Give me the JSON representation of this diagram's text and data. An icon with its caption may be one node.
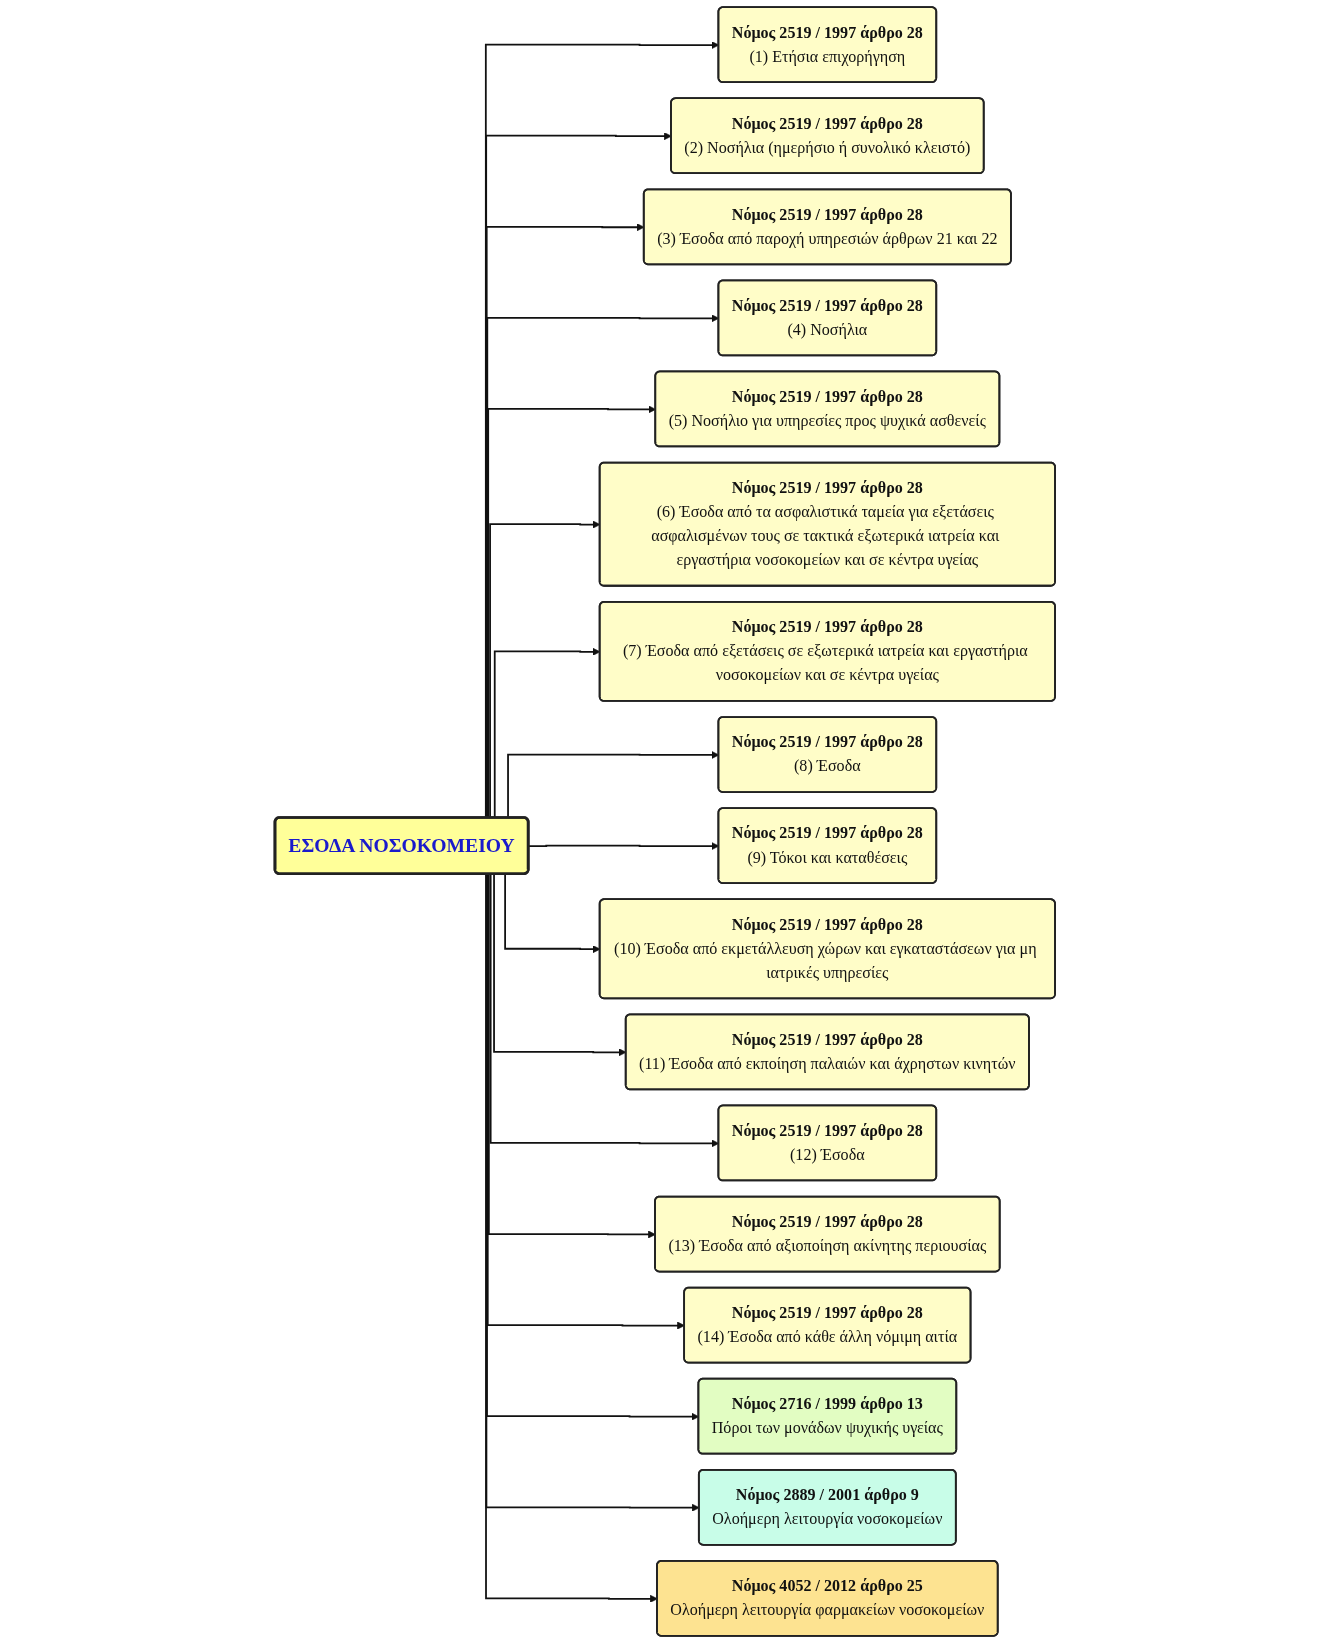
{
  "diagram": {
    "nodes": [
      {
        "text": [
          "ΕΣΟΔΑ ΝΟΣΟΚΟΜΕΙΟΥ"
        ]
      },
      {
        "text": [
          "Νόμος 2519 / 1997 άρθρο 28",
          "(1) Ετήσια επιχορήγηση"
        ]
      },
      {
        "text": [
          "Νόμος 2519 / 1997 άρθρο 28",
          "(2) Νοσήλια (ημερήσιο ή συνολικό κλειστό)"
        ]
      },
      {
        "text": [
          "Νόμος 2519 / 1997 άρθρο 28",
          "(3) Έσοδα από παροχή υπηρεσιών άρθρων 21 και 22"
        ]
      },
      {
        "text": [
          "Νόμος 2519 / 1997 άρθρο 28",
          "(4) Νοσήλια"
        ]
      },
      {
        "text": [
          "Νόμος 2519 / 1997 άρθρο 28",
          "(5) Νοσήλιο για υπηρεσίες προς ψυχικά ασθενείς"
        ]
      },
      {
        "text": [
          "Νόμος 2519 / 1997 άρθρο 28",
          "(6) Έσοδα από τα ασφαλιστικά ταμεία για εξετάσεις ασφαλισμένων τους σε τακτικά εξωτερικά ιατρεία και εργαστήρια νοσοκομείων και σε κέντρα υγείας"
        ]
      },
      {
        "text": [
          "Νόμος 2519 / 1997 άρθρο 28",
          "(7) Έσοδα από εξετάσεις σε εξωτερικά ιατρεία και εργαστήρια νοσοκομείων και σε κέντρα υγείας"
        ]
      },
      {
        "text": [
          "Νόμος 2519 / 1997 άρθρο 28",
          "(8) Έσοδα"
        ]
      },
      {
        "text": [
          "Νόμος 2519 / 1997 άρθρο 28",
          "(9) Τόκοι και καταθέσεις"
        ]
      },
      {
        "text": [
          "Νόμος 2519 / 1997 άρθρο 28",
          "(10) Έσοδα από εκμετάλλευση χώρων και εγκαταστάσεων για μη ιατρικές υπηρεσίες"
        ]
      },
      {
        "text": [
          "Νόμος 2519 / 1997 άρθρο 28",
          "(11) Έσοδα από εκποίηση παλαιών και άχρηστων κινητών"
        ]
      },
      {
        "text": [
          "Νόμος 2519 / 1997 άρθρο 28",
          "(12) Έσοδα"
        ]
      },
      {
        "text": [
          "Νόμος 2519 / 1997 άρθρο 28",
          "(13) Έσοδα από αξιοποίηση ακίνητης περιουσίας"
        ]
      },
      {
        "text": [
          "Νόμος 2519 / 1997 άρθρο 28",
          "(14) Έσοδα από κάθε άλλη νόμιμη αιτία"
        ]
      },
      {
        "text": [
          "Νόμος 2716 / 1999 άρθρο 13",
          "Πόροι των μονάδων ψυχικής υγείας"
        ]
      },
      {
        "text": [
          "Νόμος 2889 / 2001 άρθρο 9",
          "Ολοήμερη λειτουργία νοσοκομείων"
        ]
      },
      {
        "text": [
          "Νόμος 4052 / 2012 άρθρο 25",
          "Ολοήμερη λειτουργία φαρμακείων νοσοκομείων"
        ]
      }
    ],
    "edges": [
      {
        "from": 0,
        "to": 1,
        "arrow": "to"
      },
      {
        "from": 0,
        "to": 2,
        "arrow": "to"
      },
      {
        "from": 0,
        "to": 3,
        "arrow": "to"
      },
      {
        "from": 0,
        "to": 4,
        "arrow": "to"
      },
      {
        "from": 0,
        "to": 5,
        "arrow": "to"
      },
      {
        "from": 0,
        "to": 6,
        "arrow": "to"
      },
      {
        "from": 0,
        "to": 7,
        "arrow": "to"
      },
      {
        "from": 0,
        "to": 8,
        "arrow": "to"
      },
      {
        "from": 0,
        "to": 9,
        "arrow": "to"
      },
      {
        "from": 0,
        "to": 10,
        "arrow": "to"
      },
      {
        "from": 0,
        "to": 11,
        "arrow": "to"
      },
      {
        "from": 0,
        "to": 12,
        "arrow": "to"
      },
      {
        "from": 0,
        "to": 13,
        "arrow": "to"
      },
      {
        "from": 0,
        "to": 14,
        "arrow": "to"
      },
      {
        "from": 0,
        "to": 15,
        "arrow": "to"
      },
      {
        "from": 0,
        "to": 16,
        "arrow": "to"
      },
      {
        "from": 0,
        "to": 17,
        "arrow": "to"
      }
    ]
  }
}
